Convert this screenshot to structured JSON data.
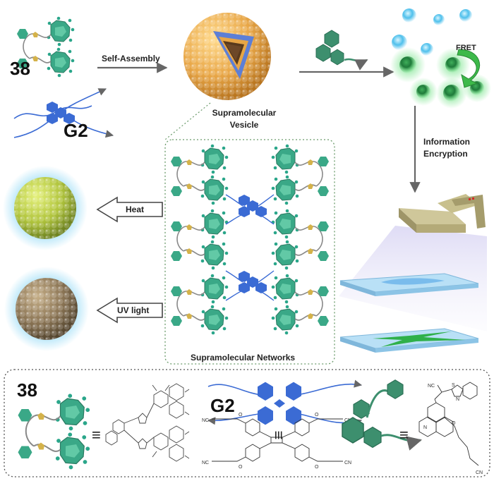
{
  "labels": {
    "compound_38_top": "38",
    "compound_g2_top": "G2",
    "self_assembly": "Self-Assembly",
    "vesicle_line1": "Supramolecular",
    "vesicle_line2": "Vesicle",
    "fret": "FRET",
    "info_line1": "Information",
    "info_line2": "Encryption",
    "heat": "Heat",
    "uv_light": "UV light",
    "networks": "Supramolecular Networks",
    "compound_38_bottom": "38",
    "compound_g2_bottom": "G2",
    "equiv_1": "≡",
    "equiv_2": "≡",
    "equiv_3": "≡"
  },
  "colors": {
    "teal": "#3aa887",
    "teal_dark": "#2b7a62",
    "blue": "#3b6bd4",
    "gold": "#d4b24a",
    "vesicle_orange": "#e8a646",
    "sphere_green": "#b9cc46",
    "sphere_brown": "#8a7454",
    "glow_blue": "#8fd8f5",
    "plate_blue": "#9fcfee"
  }
}
